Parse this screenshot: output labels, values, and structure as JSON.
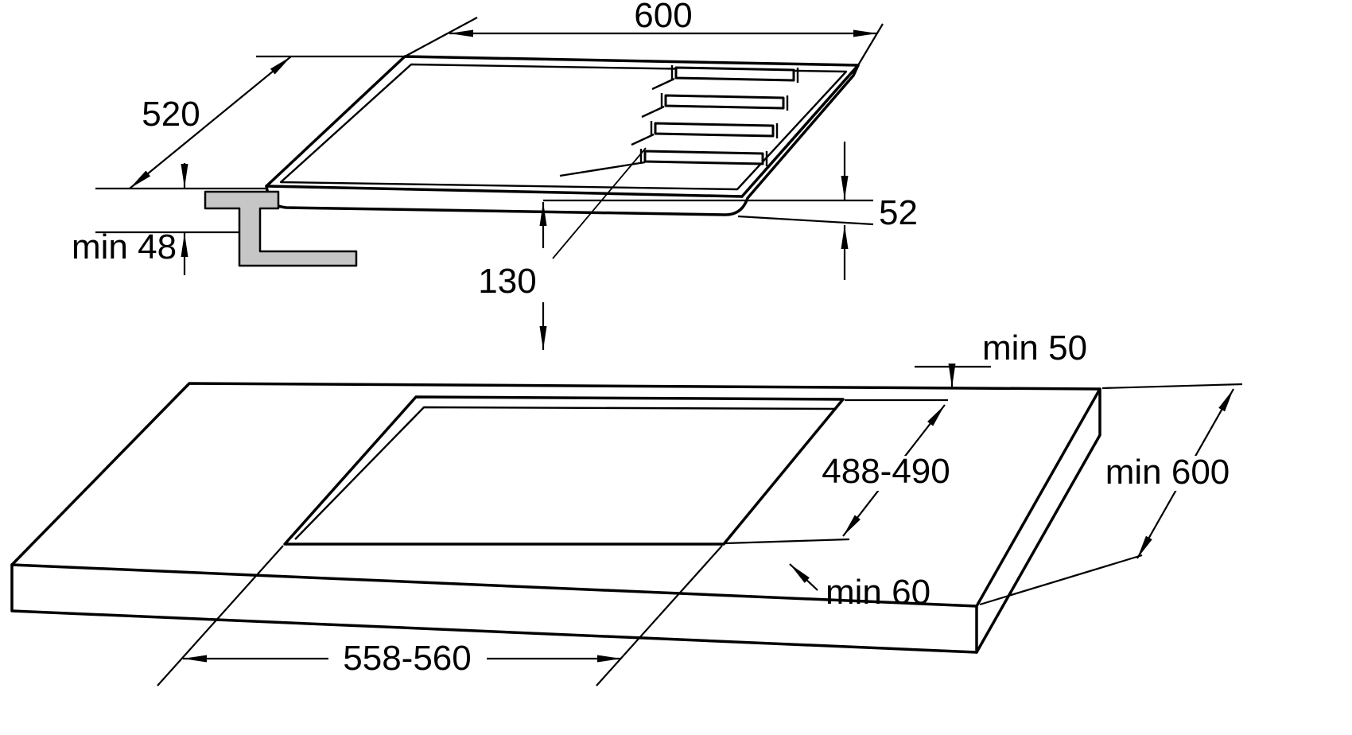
{
  "diagram": {
    "title": "Built-in hob installation dimensions drawing",
    "colors": {
      "line": "#000000",
      "bracket_fill": "#c6c6c6",
      "background": "#ffffff"
    },
    "hob": {
      "width": "600",
      "depth": "520",
      "height": "52",
      "mounting_thickness": "min 48",
      "connection_offset": "130"
    },
    "worktop": {
      "rear_clearance": "min 50",
      "cutout_depth": "488-490",
      "worktop_depth": "min 600",
      "front_clearance": "min 60",
      "cutout_width": "558-560"
    }
  }
}
